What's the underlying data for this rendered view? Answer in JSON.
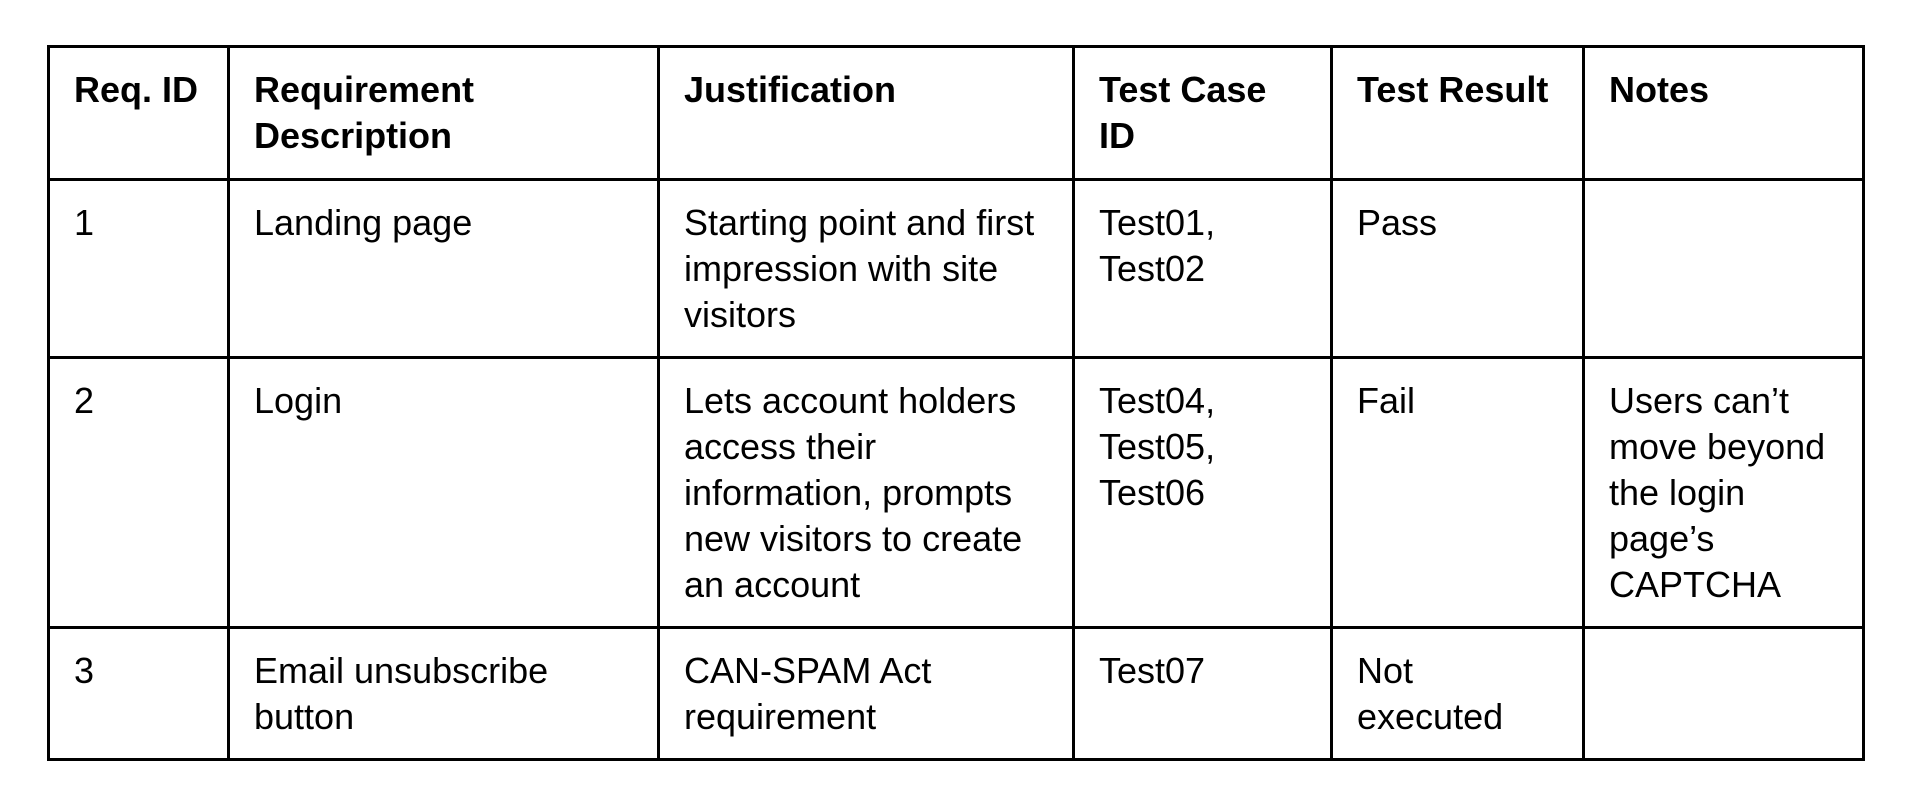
{
  "document": {
    "background_color": "#ffffff",
    "text_color": "#000000",
    "table_border_color": "#000000"
  },
  "table": {
    "header": {
      "req_id": "Req. ID",
      "description": "Requirement Description",
      "justification": "Justification",
      "test_case_id": "Test Case ID",
      "test_result": "Test Result",
      "notes": "Notes"
    },
    "rows": [
      {
        "req_id": "1",
        "description": "Landing page",
        "justification": "Starting point and first impression with site visitors",
        "test_case_id": "Test01, Test02",
        "test_result": "Pass",
        "notes": ""
      },
      {
        "req_id": "2",
        "description": "Login",
        "justification": "Lets account holders access their information, prompts new visitors to create an account",
        "test_case_id": "Test04, Test05, Test06",
        "test_result": "Fail",
        "notes": "Users can’t move beyond the login page’s CAPTCHA"
      },
      {
        "req_id": "3",
        "description": "Email unsubscribe button",
        "justification": "CAN-SPAM Act requirement",
        "test_case_id": "Test07",
        "test_result": "Not executed",
        "notes": ""
      }
    ]
  }
}
